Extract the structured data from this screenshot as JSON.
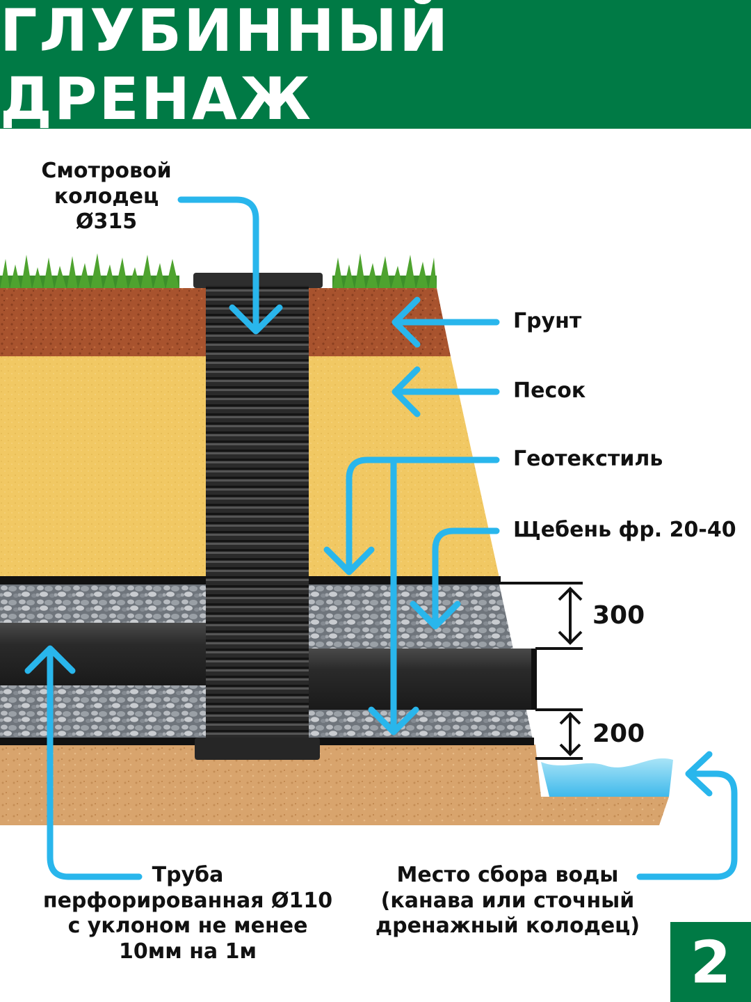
{
  "header": {
    "title": "ГЛУБИННЫЙ ДРЕНАЖ"
  },
  "labels": {
    "well_line1": "Смотровой",
    "well_line2": "колодец",
    "well_line3": "Ø315",
    "soil": "Грунт",
    "sand": "Песок",
    "geotextile": "Геотекстиль",
    "gravel": "Щебень фр. 20-40",
    "pipe_line1": "Труба",
    "pipe_line2": "перфорированная Ø110",
    "pipe_line3": "с уклоном не менее",
    "pipe_line4": "10мм на 1м",
    "water_line1": "Место сбора воды",
    "water_line2": "(канава или сточный",
    "water_line3": "дренажный колодец)"
  },
  "dimensions": {
    "upper": "300",
    "lower": "200"
  },
  "page_number": "2",
  "colors": {
    "brand_green": "#007a45",
    "arrow_blue": "#29b6ec",
    "soil": "#a8532e",
    "sand": "#f1c863",
    "gravel": "#8b9097",
    "subsoil": "#d8a46d",
    "pipe": "#2b2b2b",
    "water": "#5ccaf0"
  }
}
